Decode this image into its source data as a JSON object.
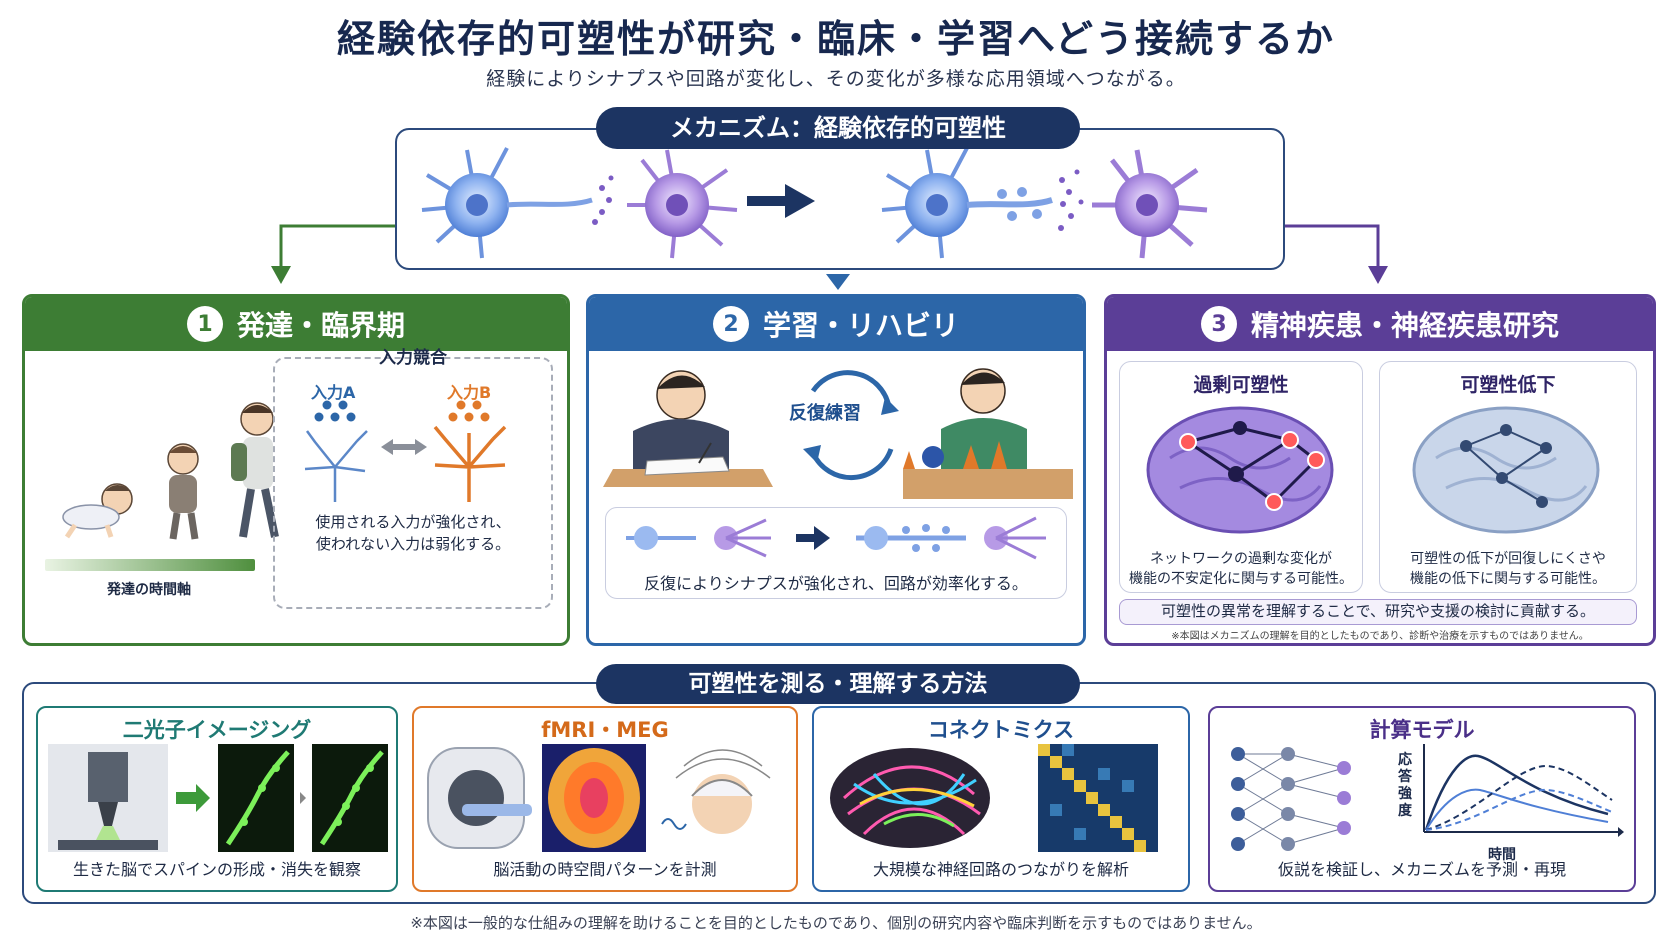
{
  "title": "経験依存的可塑性が研究・臨床・学習へどう接続するか",
  "subtitle": "経験によりシナプスや回路が変化し、その変化が多様な応用領域へつながる。",
  "mechanism": {
    "label": "メカニズム：経験依存的可塑性"
  },
  "panels": [
    {
      "number": "1",
      "title": "発達・臨界期",
      "timeline_label": "発達の時間軸",
      "competition_title": "入力競合",
      "input_a": "入力A",
      "input_b": "入力B",
      "caption_line1": "使用される入力が強化され、",
      "caption_line2": "使われない入力は弱化する。"
    },
    {
      "number": "2",
      "title": "学習・リハビリ",
      "cycle_label": "反復練習",
      "caption": "反復によりシナプスが強化され、回路が効率化する。"
    },
    {
      "number": "3",
      "title": "精神疾患・神経疾患研究",
      "left_title": "過剰可塑性",
      "left_caption_line1": "ネットワークの過剰な変化が",
      "left_caption_line2": "機能の不安定化に関与する可能性。",
      "right_title": "可塑性低下",
      "right_caption_line1": "可塑性の低下が回復しにくさや",
      "right_caption_line2": "機能の低下に関与する可能性。",
      "summary": "可塑性の異常を理解することで、研究や支援の検討に貢献する。",
      "note": "※本図はメカニズムの理解を目的としたものであり、診断や治療を示すものではありません。"
    }
  ],
  "methods": {
    "label": "可塑性を測る・理解する方法",
    "cards": [
      {
        "title": "二光子イメージング",
        "caption": "生きた脳でスパインの形成・消失を観察"
      },
      {
        "title": "fMRI・MEG",
        "caption": "脳活動の時空間パターンを計測"
      },
      {
        "title": "コネクトミクス",
        "caption": "大規模な神経回路のつながりを解析"
      },
      {
        "title": "計算モデル",
        "caption": "仮説を検証し、メカニズムを予測・再現",
        "ylabel": "応答強度",
        "xlabel": "時間"
      }
    ]
  },
  "footnote": "※本図は一般的な仕組みの理解を助けることを目的としたものであり、個別の研究内容や臨床判断を示すものではありません。",
  "colors": {
    "navy": "#1c3462",
    "green": "#3d7d34",
    "blue": "#2c66a8",
    "purple": "#5b3e97",
    "orange": "#e0792a",
    "teal": "#1f7a74"
  }
}
